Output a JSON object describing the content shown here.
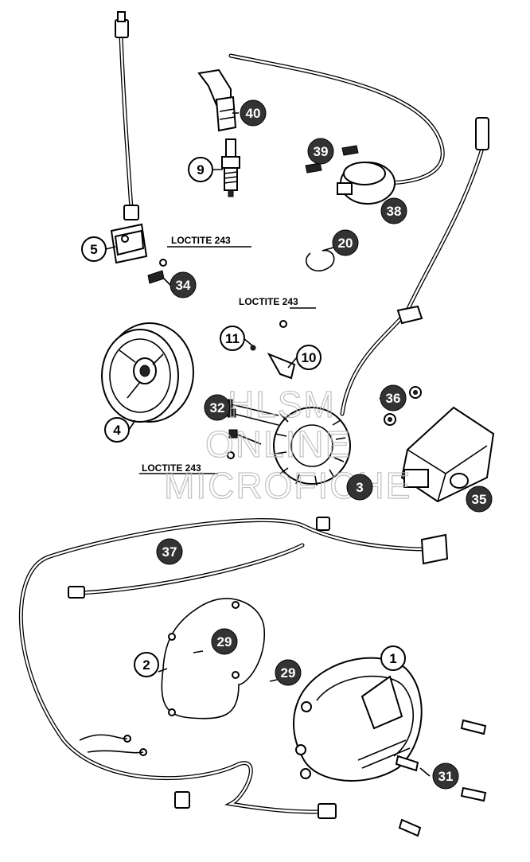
{
  "labels": {
    "loctite_a": "LOCTITE 243",
    "loctite_b": "LOCTITE 243",
    "loctite_c": "LOCTITE 243"
  },
  "watermark": {
    "line1": "HLSM",
    "line2": "ONLINE",
    "line3": "MICROFICHE"
  },
  "callouts": [
    "40",
    "9",
    "39",
    "38",
    "5",
    "20",
    "34",
    "11",
    "10",
    "4",
    "32",
    "36",
    "3",
    "35",
    "37",
    "2",
    "29",
    "29",
    "1",
    "31"
  ]
}
